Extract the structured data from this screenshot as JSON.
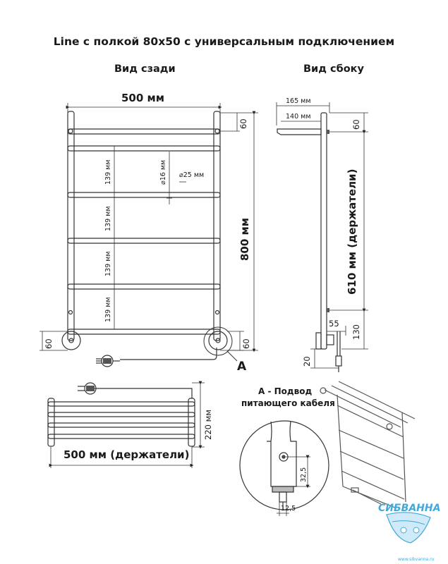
{
  "title": "Line с полкой 80х50 с универсальным подключением",
  "views": {
    "rear": "Вид сзади",
    "side": "Вид сбоку"
  },
  "rear_dims": {
    "width": "500 мм",
    "height": "800 мм",
    "step1": "139 мм",
    "step2": "139 мм",
    "step3": "139 мм",
    "step4": "139 мм",
    "top_offset": "60",
    "bottom_left": "60",
    "bottom_right": "60",
    "tube_small": "16 мм",
    "tube_large": "25 мм"
  },
  "side_dims": {
    "depth_total": "165 мм",
    "depth_shelf": "140 мм",
    "top_offset": "60",
    "holders": "610 мм (держатели)",
    "bottom_offset": "130",
    "depth_bottom": "55",
    "floor": "20"
  },
  "top_view": {
    "width": "500 мм (держатели)",
    "depth": "220 мм"
  },
  "detail": {
    "marker": "А",
    "title_line1": "А - Подвод",
    "title_line2": "питающего кабеля",
    "dim_height": "32,5",
    "dim_width": "12,5"
  },
  "brand": {
    "name": "СИБВАННА",
    "site": "www.sibvanna.ru",
    "color": "#3fa9dc"
  }
}
